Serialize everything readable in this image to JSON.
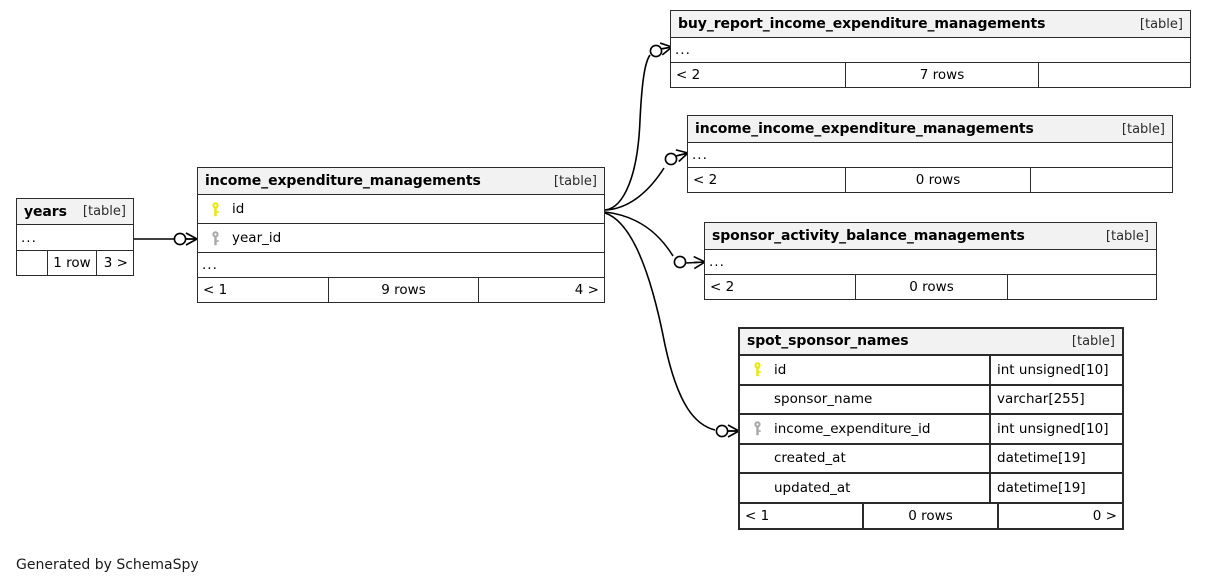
{
  "diagram": {
    "generator_note": "Generated by SchemaSpy",
    "table_type_label": "[table]",
    "ellipsis": "...",
    "colors": {
      "primary_key_icon": "#e8e800",
      "foreign_key_icon": "#a8a8a8",
      "table_header_bg": "#f2f2f2",
      "border": "#2b2b2b",
      "background": "#ffffff"
    }
  },
  "tables": {
    "years": {
      "name": "years",
      "type": "[table]",
      "rows_collapsed": "...",
      "footer": {
        "left": "",
        "center": "1 row",
        "right": "3 >"
      }
    },
    "income_expenditure_managements": {
      "name": "income_expenditure_managements",
      "type": "[table]",
      "columns": [
        {
          "name": "id",
          "key": "primary"
        },
        {
          "name": "year_id",
          "key": "foreign"
        }
      ],
      "rows_collapsed": "...",
      "footer": {
        "left": "< 1",
        "center": "9 rows",
        "right": "4 >"
      }
    },
    "buy_report_income_expenditure_managements": {
      "name": "buy_report_income_expenditure_managements",
      "type": "[table]",
      "rows_collapsed": "...",
      "footer": {
        "left": "< 2",
        "center": "7 rows",
        "right": ""
      }
    },
    "income_income_expenditure_managements": {
      "name": "income_income_expenditure_managements",
      "type": "[table]",
      "rows_collapsed": "...",
      "footer": {
        "left": "< 2",
        "center": "0 rows",
        "right": ""
      }
    },
    "sponsor_activity_balance_managements": {
      "name": "sponsor_activity_balance_managements",
      "type": "[table]",
      "rows_collapsed": "...",
      "footer": {
        "left": "< 2",
        "center": "0 rows",
        "right": ""
      }
    },
    "spot_sponsor_names": {
      "name": "spot_sponsor_names",
      "type": "[table]",
      "columns": [
        {
          "name": "id",
          "type": "int unsigned[10]",
          "key": "primary"
        },
        {
          "name": "sponsor_name",
          "type": "varchar[255]",
          "key": "none"
        },
        {
          "name": "income_expenditure_id",
          "type": "int unsigned[10]",
          "key": "foreign"
        },
        {
          "name": "created_at",
          "type": "datetime[19]",
          "key": "none"
        },
        {
          "name": "updated_at",
          "type": "datetime[19]",
          "key": "none"
        }
      ],
      "footer": {
        "left": "< 1",
        "center": "0 rows",
        "right": "0 >"
      }
    }
  },
  "relationships": [
    {
      "from": "years",
      "to": "income_expenditure_managements",
      "to_column": "year_id"
    },
    {
      "from": "income_expenditure_managements",
      "to": "buy_report_income_expenditure_managements"
    },
    {
      "from": "income_expenditure_managements",
      "to": "income_income_expenditure_managements"
    },
    {
      "from": "income_expenditure_managements",
      "to": "sponsor_activity_balance_managements"
    },
    {
      "from": "income_expenditure_managements",
      "to": "spot_sponsor_names",
      "to_column": "income_expenditure_id"
    }
  ]
}
